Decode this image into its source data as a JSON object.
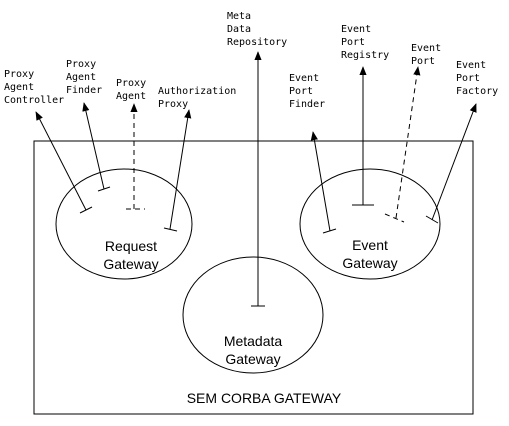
{
  "gateway": {
    "caption": "SEM CORBA GATEWAY"
  },
  "request_gateway": {
    "line1": "Request",
    "line2": "Gateway"
  },
  "event_gateway": {
    "line1": "Event",
    "line2": "Gateway"
  },
  "metadata_gateway": {
    "line1": "Metadata",
    "line2": "Gateway"
  },
  "interfaces": {
    "proxy_agent_controller": [
      "Proxy",
      "Agent",
      "Controller"
    ],
    "proxy_agent_finder": [
      "Proxy",
      "Agent",
      "Finder"
    ],
    "proxy_agent": [
      "Proxy",
      "Agent"
    ],
    "authorization_proxy": [
      "Authorization",
      "Proxy"
    ],
    "meta_data_repository": [
      "Meta",
      "Data",
      "Repository"
    ],
    "event_port_finder": [
      "Event",
      "Port",
      "Finder"
    ],
    "event_port_registry": [
      "Event",
      "Port",
      "Registry"
    ],
    "event_port": [
      "Event",
      "Port"
    ],
    "event_port_factory": [
      "Event",
      "Port",
      "Factory"
    ]
  }
}
